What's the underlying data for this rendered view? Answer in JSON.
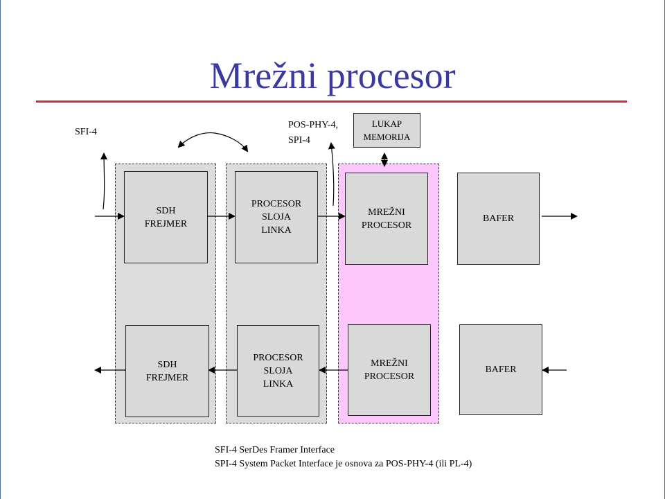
{
  "slide": {
    "title": "Mrežni procesor"
  },
  "labels": {
    "sfi4": "SFI-4",
    "posphy": "POS-PHY-4,\nSPI-4"
  },
  "lookup_memory": "LUKAP\nMEMORIJA",
  "top_row": {
    "sdh_framer": "SDH\nFREJMER",
    "link_processor": "PROCESOR\nSLOJA\nLINKA",
    "network_processor": "MREŽNI\nPROCESOR",
    "buffer": "BAFER"
  },
  "bottom_row": {
    "sdh_framer": "SDH\nFREJMER",
    "link_processor": "PROCESOR\nSLOJA\nLINKA",
    "network_processor": "MREŽNI\nPROCESOR",
    "buffer": "BAFER"
  },
  "footnotes": {
    "line1": "SFI-4 SerDes Framer Interface",
    "line2": "SPI-4 System Packet Interface je osnova za POS-PHY-4 (ili PL-4)"
  },
  "colors": {
    "title": "#3a3a9e",
    "title_rule": "#d42a2a",
    "region_grey": "#dcdcdc",
    "region_pink": "#fcc8fb",
    "block_fill": "#d9d9d9"
  }
}
